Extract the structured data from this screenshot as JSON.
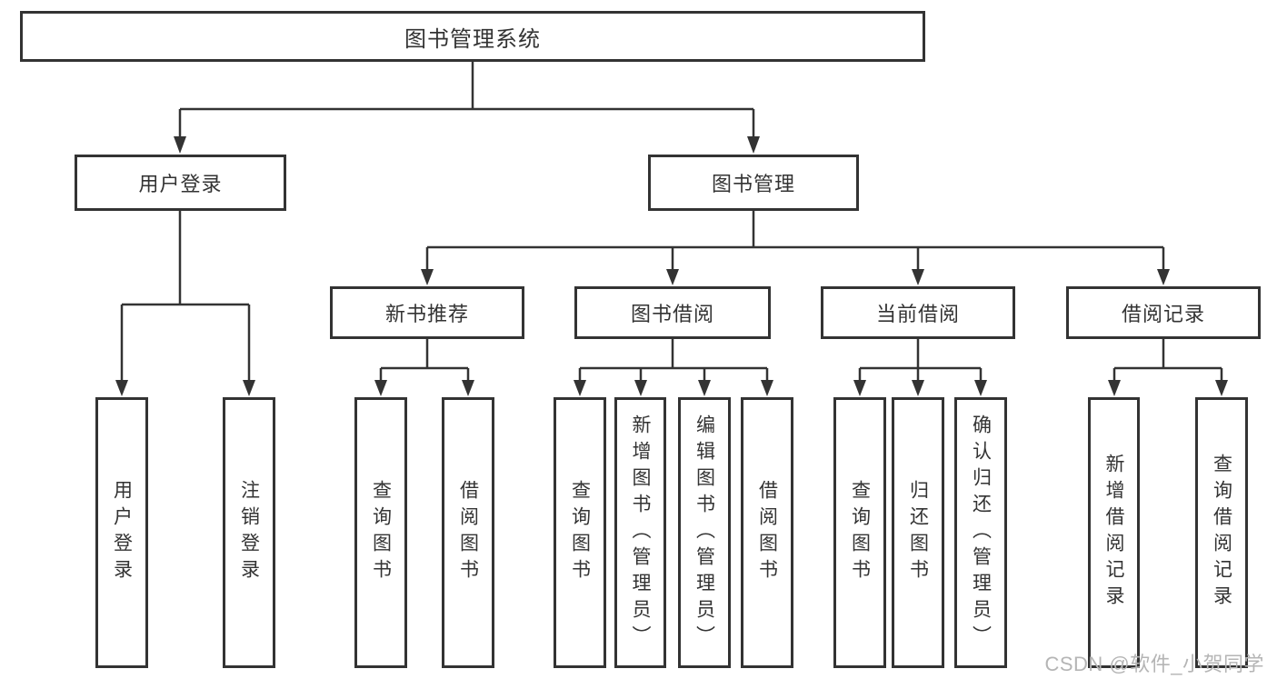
{
  "tree": {
    "root": {
      "label": "图书管理系统",
      "children": [
        {
          "label": "用户登录",
          "children": [
            {
              "label": "用户登录"
            },
            {
              "label": "注销登录"
            }
          ]
        },
        {
          "label": "图书管理",
          "children": [
            {
              "label": "新书推荐",
              "children": [
                {
                  "label": "查询图书"
                },
                {
                  "label": "借阅图书"
                }
              ]
            },
            {
              "label": "图书借阅",
              "children": [
                {
                  "label": "查询图书"
                },
                {
                  "label": "新增图书（管理员）"
                },
                {
                  "label": "编辑图书（管理员）"
                },
                {
                  "label": "借阅图书"
                }
              ]
            },
            {
              "label": "当前借阅",
              "children": [
                {
                  "label": "查询图书"
                },
                {
                  "label": "归还图书"
                },
                {
                  "label": "确认归还（管理员）"
                }
              ]
            },
            {
              "label": "借阅记录",
              "children": [
                {
                  "label": "新增借阅记录"
                },
                {
                  "label": "查询借阅记录"
                }
              ]
            }
          ]
        }
      ]
    }
  },
  "watermark": {
    "text": "CSDN @软件_小贺同学"
  },
  "colors": {
    "line": "#333333",
    "text": "#333333",
    "box_border": "#333333",
    "background": "#ffffff",
    "watermark": "#b5b5b5"
  }
}
